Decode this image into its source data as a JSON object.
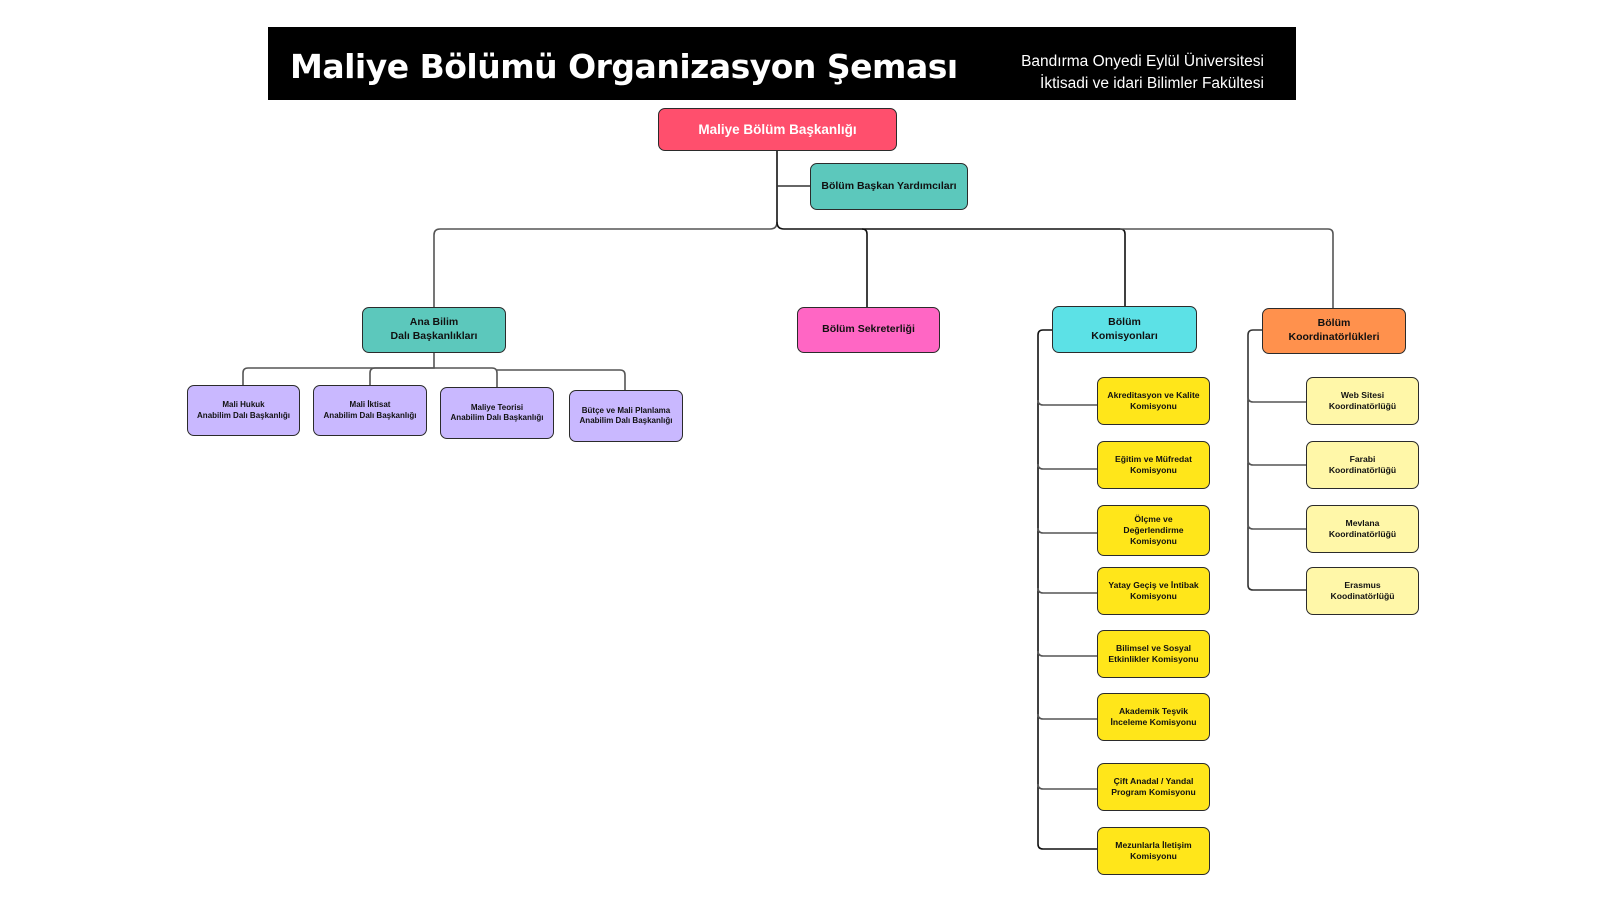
{
  "header": {
    "title": "Maliye Bölümü Organizasyon Şeması",
    "university": "Bandırma Onyedi Eylül Üniversitesi",
    "faculty": "İktisadi ve idari Bilimler Fakültesi"
  },
  "colors": {
    "header_bg": "#000000",
    "root": "#ff4f6d",
    "teal": "#5cc8bc",
    "pink": "#ff66c4",
    "cyan": "#5ce1e6",
    "orange": "#ff914d",
    "lavender": "#c9b8ff",
    "yellow": "#ffe61a",
    "light_yellow": "#fff7a8"
  },
  "org": {
    "root": "Maliye Bölüm Başkanlığı",
    "deputy": "Bölüm Başkan Yardımcıları",
    "ana_bilim": {
      "label": "Ana Bilim\nDalı Başkanlıkları",
      "children": [
        "Mali Hukuk\nAnabilim Dalı Başkanlığı",
        "Mali İktisat\nAnabilim Dalı Başkanlığı",
        "Maliye Teorisi\nAnabilim Dalı Başkanlığı",
        "Bütçe ve Mali Planlama\nAnabilim Dalı Başkanlığı"
      ]
    },
    "secretariat": "Bölüm Sekreterliği",
    "commissions": {
      "label": "Bölüm\nKomisyonları",
      "children": [
        "Akreditasyon ve Kalite\nKomisyonu",
        "Eğitim ve Müfredat\nKomisyonu",
        "Ölçme ve\nDeğerlendirme\nKomisyonu",
        "Yatay Geçiş ve İntibak\nKomisyonu",
        "Bilimsel ve Sosyal\nEtkinlikler Komisyonu",
        "Akademik Teşvik\nİnceleme Komisyonu",
        "Çift Anadal / Yandal\nProgram Komisyonu",
        "Mezunlarla İletişim\nKomisyonu"
      ]
    },
    "coordinators": {
      "label": "Bölüm\nKoordinatörlükleri",
      "children": [
        "Web Sitesi\nKoordinatörlüğü",
        "Farabi\nKoordinatörlüğü",
        "Mevlana\nKoordinatörlüğü",
        "Erasmus\nKoodinatörlüğü"
      ]
    }
  }
}
